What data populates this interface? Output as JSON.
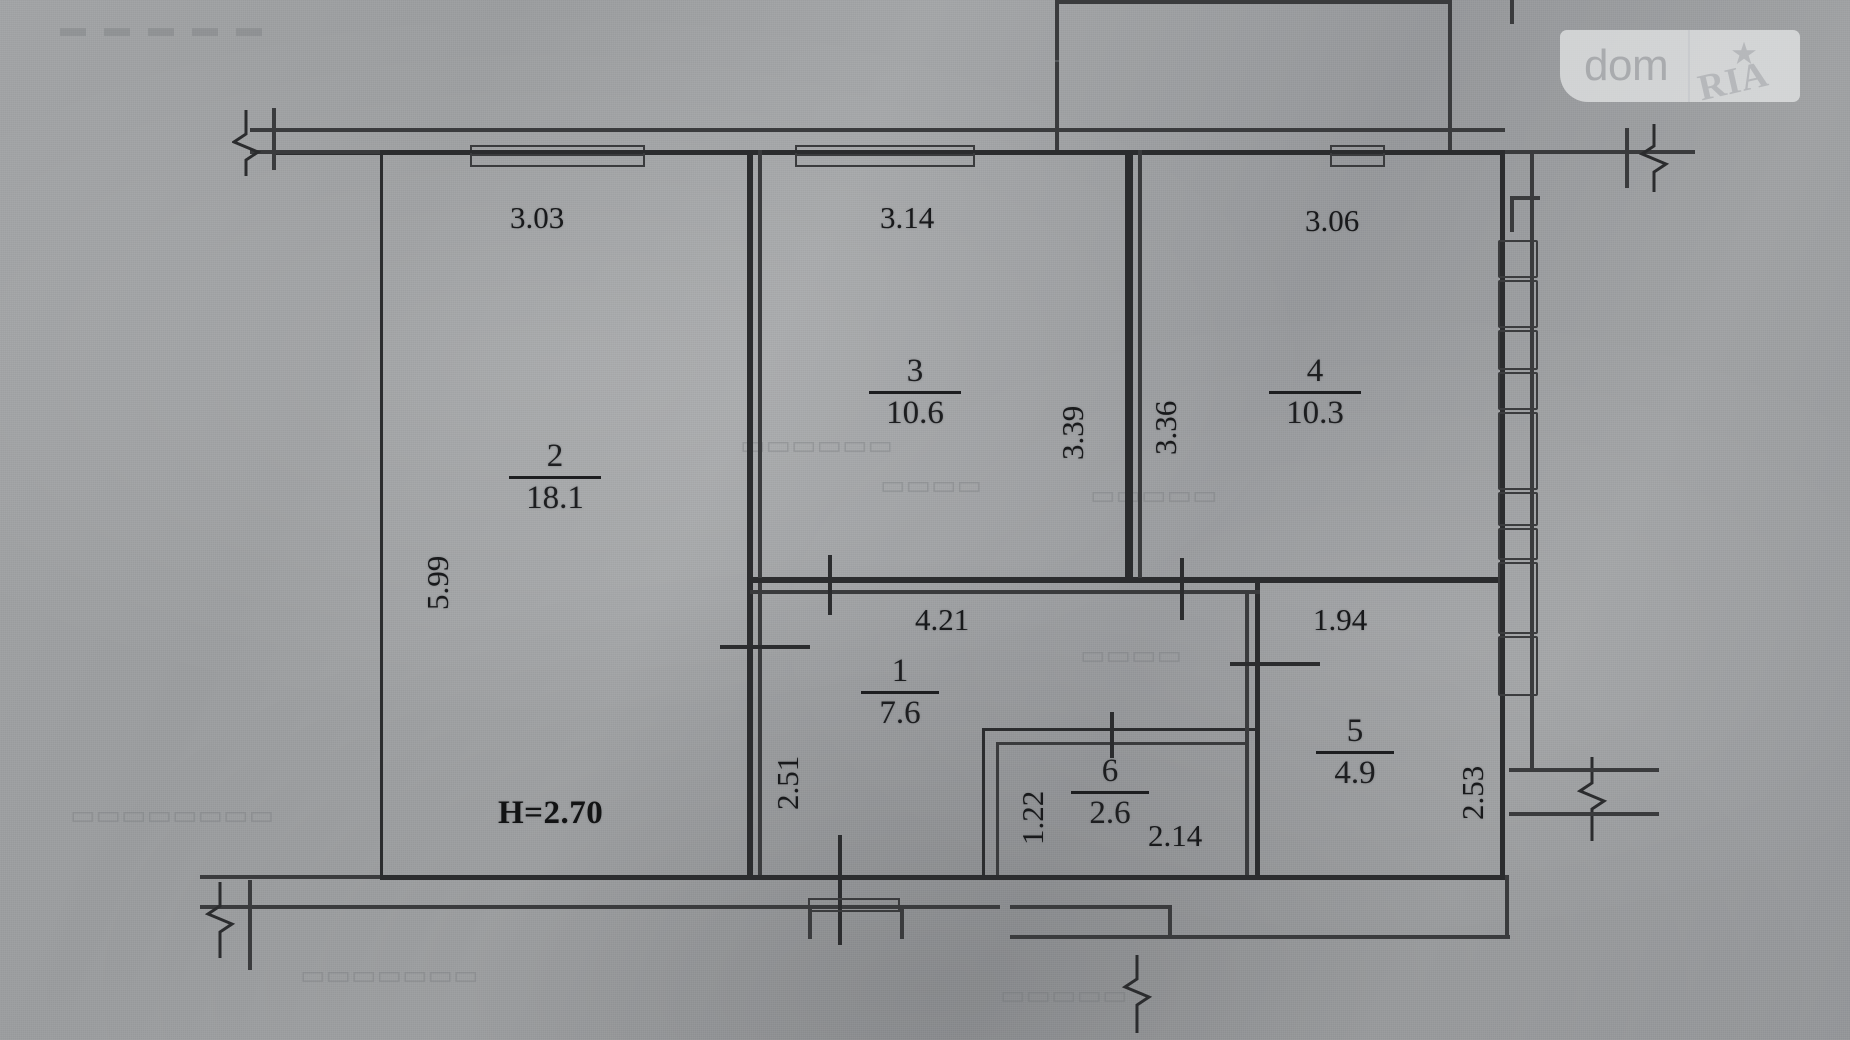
{
  "document": {
    "type": "apartment-floor-plan",
    "ceiling_height_note": "H=2.70"
  },
  "watermark": {
    "brand_left": "dom",
    "brand_right": "RIA",
    "star_glyph": "★"
  },
  "rooms": [
    {
      "id": "room-1",
      "number": "1",
      "area": "7.6"
    },
    {
      "id": "room-2",
      "number": "2",
      "area": "18.1"
    },
    {
      "id": "room-3",
      "number": "3",
      "area": "10.6"
    },
    {
      "id": "room-4",
      "number": "4",
      "area": "10.3"
    },
    {
      "id": "room-5",
      "number": "5",
      "area": "4.9"
    },
    {
      "id": "room-6",
      "number": "6",
      "area": "2.6"
    }
  ],
  "dimensions": {
    "top_room2_width": "3.03",
    "top_room3_width": "3.14",
    "top_room4_width": "3.06",
    "left_room2_height": "5.99",
    "room3_height": "3.39",
    "room4_height": "3.36",
    "hall_width": "4.21",
    "room5_width": "1.94",
    "hall_height": "2.51",
    "room6_height": "1.22",
    "room6_width": "2.14",
    "room5_height": "2.53"
  }
}
